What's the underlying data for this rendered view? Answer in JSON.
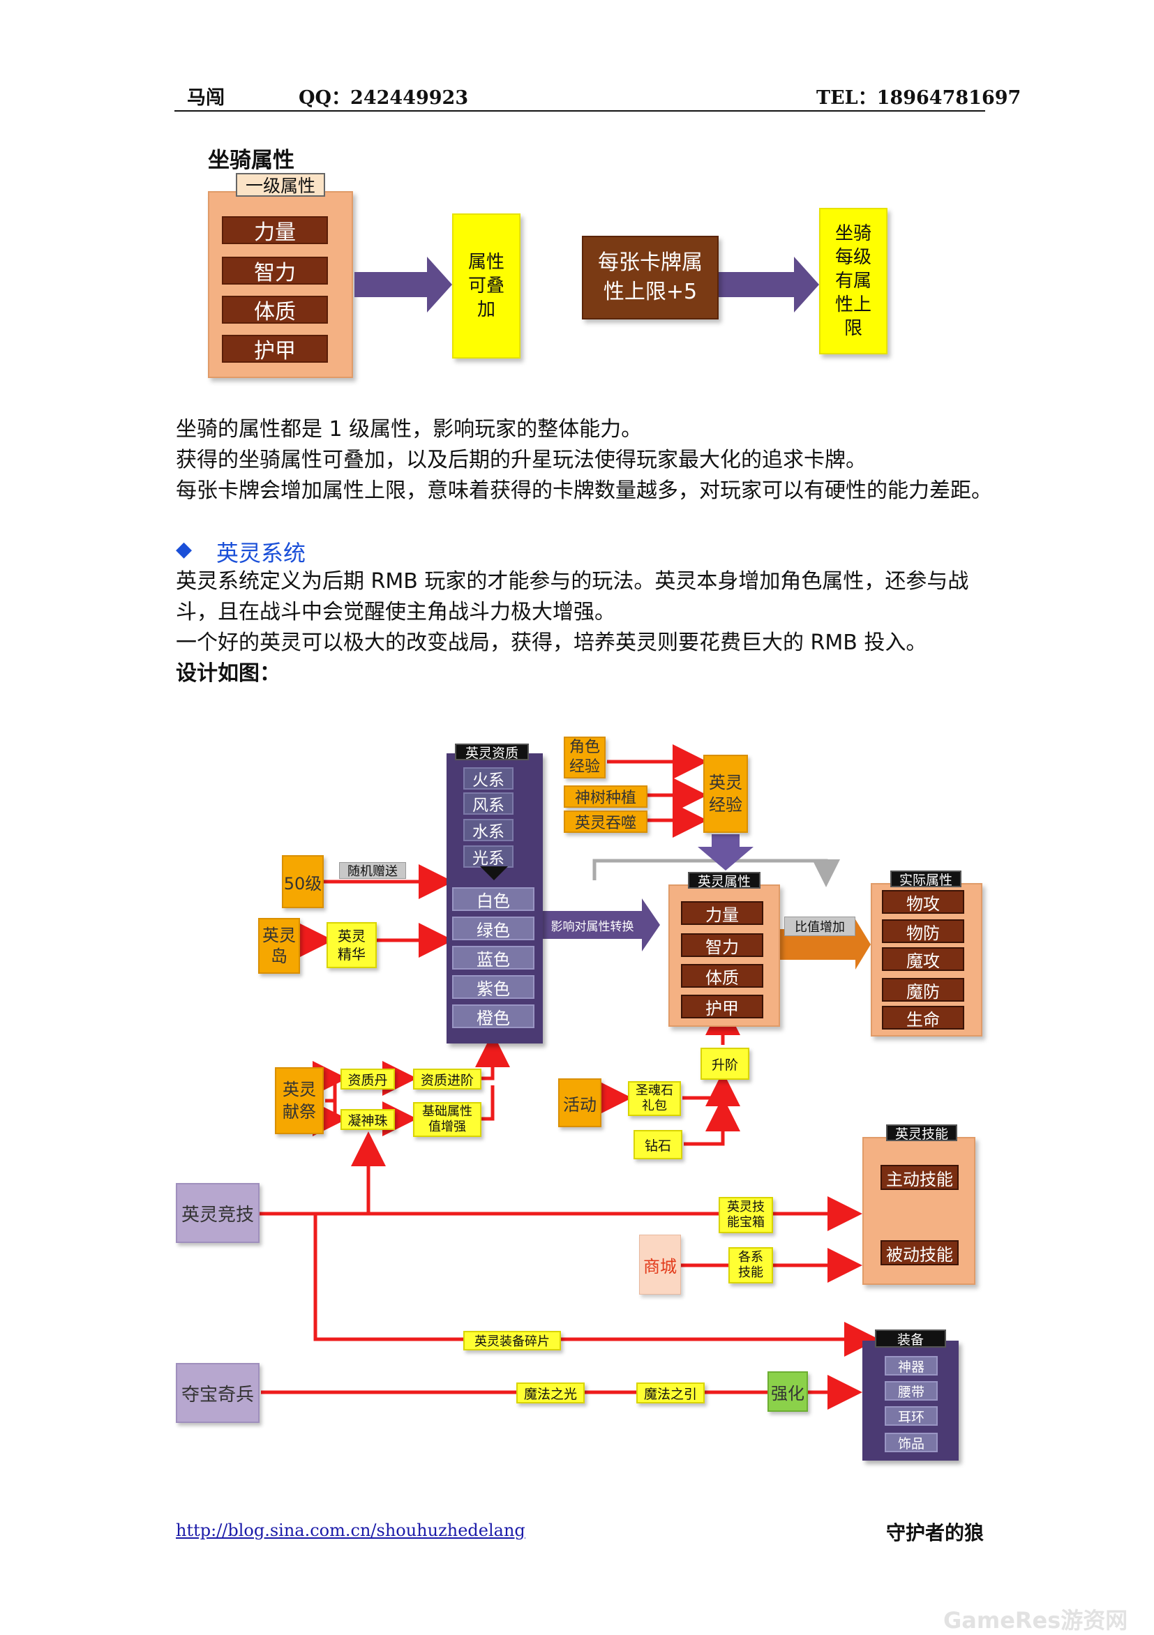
{
  "header": {
    "name": "马闯",
    "qq": "QQ：242449923",
    "tel": "TEL：18964781697"
  },
  "mount": {
    "heading": "坐骑属性",
    "level1_tag": "一级属性",
    "attrs": [
      "力量",
      "智力",
      "体质",
      "护甲"
    ],
    "stack_box": "属性可叠加",
    "card_box": "每张卡牌属性上限+5",
    "result_box": "坐骑每级有属性上限"
  },
  "mount_paragraphs": [
    "坐骑的属性都是 1 级属性，影响玩家的整体能力。",
    "获得的坐骑属性可叠加，以及后期的升星玩法使得玩家最大化的追求卡牌。",
    "每张卡牌会增加属性上限，意味着获得的卡牌数量越多，对玩家可以有硬性的能力差距。"
  ],
  "hero_section": {
    "bullet": "◆",
    "title": "英灵系统",
    "paragraphs": [
      "英灵系统定义为后期 RMB 玩家的才能参与的玩法。英灵本身增加角色属性，还参与战斗，且在战斗中会觉醒使主角战斗力极大增强。",
      "一个好的英灵可以极大的改变战局，获得，培养英灵则要花费巨大的 RMB 投入。"
    ],
    "design_label": "设计如图："
  },
  "diagram": {
    "quality_title": "英灵资质",
    "elements": [
      "火系",
      "风系",
      "水系",
      "光系"
    ],
    "colors": [
      "白色",
      "绿色",
      "蓝色",
      "紫色",
      "橙色"
    ],
    "lvl50": "50级",
    "random_gift": "随机赠送",
    "hero_island": "英灵岛",
    "hero_essence": "英灵精华",
    "role_exp": "角色经验",
    "tree_plant": "神树种植",
    "hero_devour": "英灵吞噬",
    "hero_exp": "英灵经验",
    "influence_label": "影响对属性转换",
    "hero_attr_title": "英灵属性",
    "hero_attrs": [
      "力量",
      "智力",
      "体质",
      "护甲"
    ],
    "ratio_label": "比值增加",
    "actual_title": "实际属性",
    "actual_attrs": [
      "物攻",
      "物防",
      "魔攻",
      "魔防",
      "生命"
    ],
    "sacrifice": "英灵献祭",
    "quality_pill": "资质丹",
    "quality_advance": "资质进阶",
    "focus_bead": "凝神珠",
    "base_attr_up": "基础属性值增强",
    "activity": "活动",
    "soul_gift": "圣魂石礼包",
    "diamond": "钻石",
    "upgrade": "升阶",
    "skill_title": "英灵技能",
    "active_skill": "主动技能",
    "passive_skill": "被动技能",
    "arena": "英灵竞技",
    "skill_chest": "英灵技能宝箱",
    "shop": "商城",
    "all_skills": "各系技能",
    "equip_fragments": "英灵装备碎片",
    "treasure": "夺宝奇兵",
    "magic_light": "魔法之光",
    "magic_guide": "魔法之引",
    "strengthen": "强化",
    "equip_title": "装备",
    "equip_items": [
      "神器",
      "腰带",
      "耳环",
      "饰品"
    ]
  },
  "footer": {
    "url": "http://blog.sina.com.cn/shouhuzhedelang",
    "author": "守护者的狼",
    "watermark": "GameRes游资网"
  }
}
